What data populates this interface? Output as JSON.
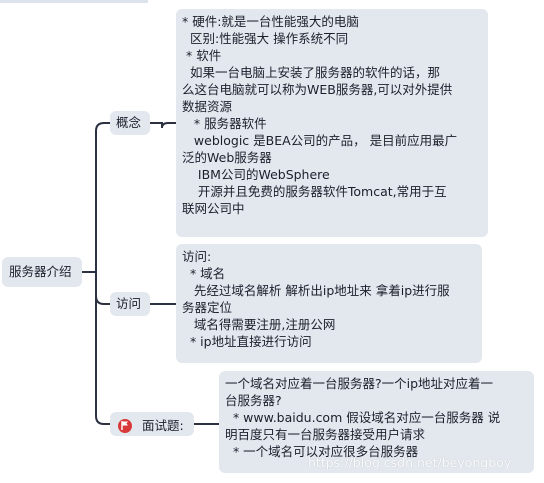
{
  "mindmap": {
    "root": {
      "label": "服务器介绍"
    },
    "branches": [
      {
        "label": "概念",
        "lines": [
          "* 硬件:就是一台性能强大的电脑",
          "  区别:性能强大 操作系统不同",
          " * 软件",
          "  如果一台电脑上安装了服务器的软件的话，那",
          "么这台电脑就可以称为WEB服务器,可以对外提供",
          "数据资源",
          "   * 服务器软件",
          "   weblogic 是BEA公司的产品， 是目前应用最广",
          "泛的Web服务器",
          "    IBM公司的WebSphere",
          "    开源并且免费的服务器软件Tomcat,常用于互",
          "联网公司中"
        ]
      },
      {
        "label": "访问",
        "lines": [
          "访问:",
          "  * 域名",
          "   先经过域名解析 解析出ip地址来 拿着ip进行服",
          "务器定位",
          "   域名得需要注册,注册公网",
          "  * ip地址直接进行访问"
        ]
      },
      {
        "label": "面试题:",
        "icon": "flag-icon",
        "lines": [
          "一个域名对应着一台服务器?一个ip地址对应着一",
          "台服务器?",
          "  * www.baidu.com 假设域名对应一台服务器 说",
          "明百度只有一台服务器接受用户请求",
          "  * 一个域名可以对应很多台服务器"
        ]
      }
    ]
  },
  "watermark": "https://blog.csdn.net/beyongboy",
  "colors": {
    "node_bg": "#e3e8ef",
    "connector": "#2b3140",
    "flag": "#d83a3a"
  }
}
